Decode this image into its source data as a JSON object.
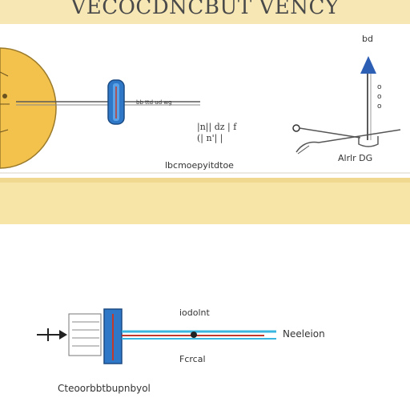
{
  "title": "VECOCDNCBUT VENCY",
  "colors": {
    "header_band": "#f6e7b5",
    "mid_band": "#f7e5a8",
    "gauge_fill": "#f3c24d",
    "marker_blue": "#2e78c7",
    "arrow_blue": "#2d5fb5",
    "beam_red": "#c0392b",
    "beam_cyan": "#38b6e0"
  },
  "top_panel": {
    "center_small_label": "bb ttd ud wg",
    "equation_label": "|n|| dz | f\n(| n'| |",
    "caption_left": "lbcmoepyitdtoe",
    "axis_top_label": "bd",
    "side_marks": "o\no\no",
    "caption_right": "Alrlr DG"
  },
  "bottom_panel": {
    "label_top": "iodolnt",
    "label_right": "Neeleion",
    "label_bottom": "Fcrcal",
    "caption": "Cteoorbbtbupnbyol"
  }
}
